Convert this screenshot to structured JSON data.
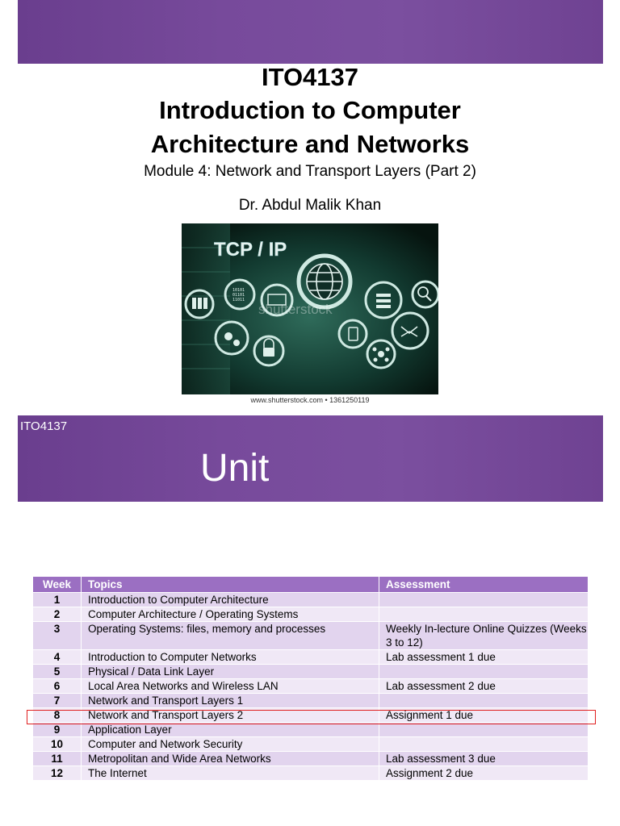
{
  "slide1": {
    "course_code": "ITO4137",
    "course_title_line1": "Introduction to Computer",
    "course_title_line2": "Architecture and Networks",
    "module": "Module 4: Network and Transport Layers (Part 2)",
    "lecturer": "Dr. Abdul Malik Khan",
    "image": {
      "banner_text": "TCP / IP",
      "watermark": "shutterstock",
      "credit": "www.shutterstock.com • 1361250119",
      "icons": [
        "server-icon",
        "binary-icon",
        "monitor-icon",
        "globe-icon",
        "database-icon",
        "search-icon",
        "gears-icon",
        "lock-icon",
        "tablet-icon",
        "handshake-icon",
        "network-icon"
      ]
    }
  },
  "slide2": {
    "unit_code": "ITO4137",
    "heading": "Unit",
    "table": {
      "columns": [
        "Week",
        "Topics",
        "Assessment"
      ],
      "rows": [
        {
          "week": "1",
          "topic": "Introduction to Computer Architecture",
          "assessment": ""
        },
        {
          "week": "2",
          "topic": "Computer Architecture / Operating Systems",
          "assessment": ""
        },
        {
          "week": "3",
          "topic": "Operating Systems: files, memory and processes",
          "assessment": "Weekly In-lecture Online Quizzes (Weeks 3 to 12)"
        },
        {
          "week": "4",
          "topic": "Introduction to Computer Networks",
          "assessment": "Lab assessment 1 due"
        },
        {
          "week": "5",
          "topic": "Physical / Data Link Layer",
          "assessment": ""
        },
        {
          "week": "6",
          "topic": "Local Area Networks and Wireless LAN",
          "assessment": "Lab assessment 2 due"
        },
        {
          "week": "7",
          "topic": "Network and Transport Layers 1",
          "assessment": ""
        },
        {
          "week": "8",
          "topic": "Network and Transport Layers 2",
          "assessment": "Assignment 1 due"
        },
        {
          "week": "9",
          "topic": "Application Layer",
          "assessment": ""
        },
        {
          "week": "10",
          "topic": "Computer and Network Security",
          "assessment": ""
        },
        {
          "week": "11",
          "topic": "Metropolitan and Wide Area Networks",
          "assessment": "Lab assessment 3 due"
        },
        {
          "week": "12",
          "topic": "The Internet",
          "assessment": "Assignment 2 due"
        }
      ],
      "highlighted_week": "8"
    }
  },
  "colors": {
    "purple": "#774a9b",
    "header_purple": "#9b6fc2",
    "row_light": "#f0e8f6",
    "row_dark": "#e2d4ee",
    "highlight": "#e02020"
  }
}
